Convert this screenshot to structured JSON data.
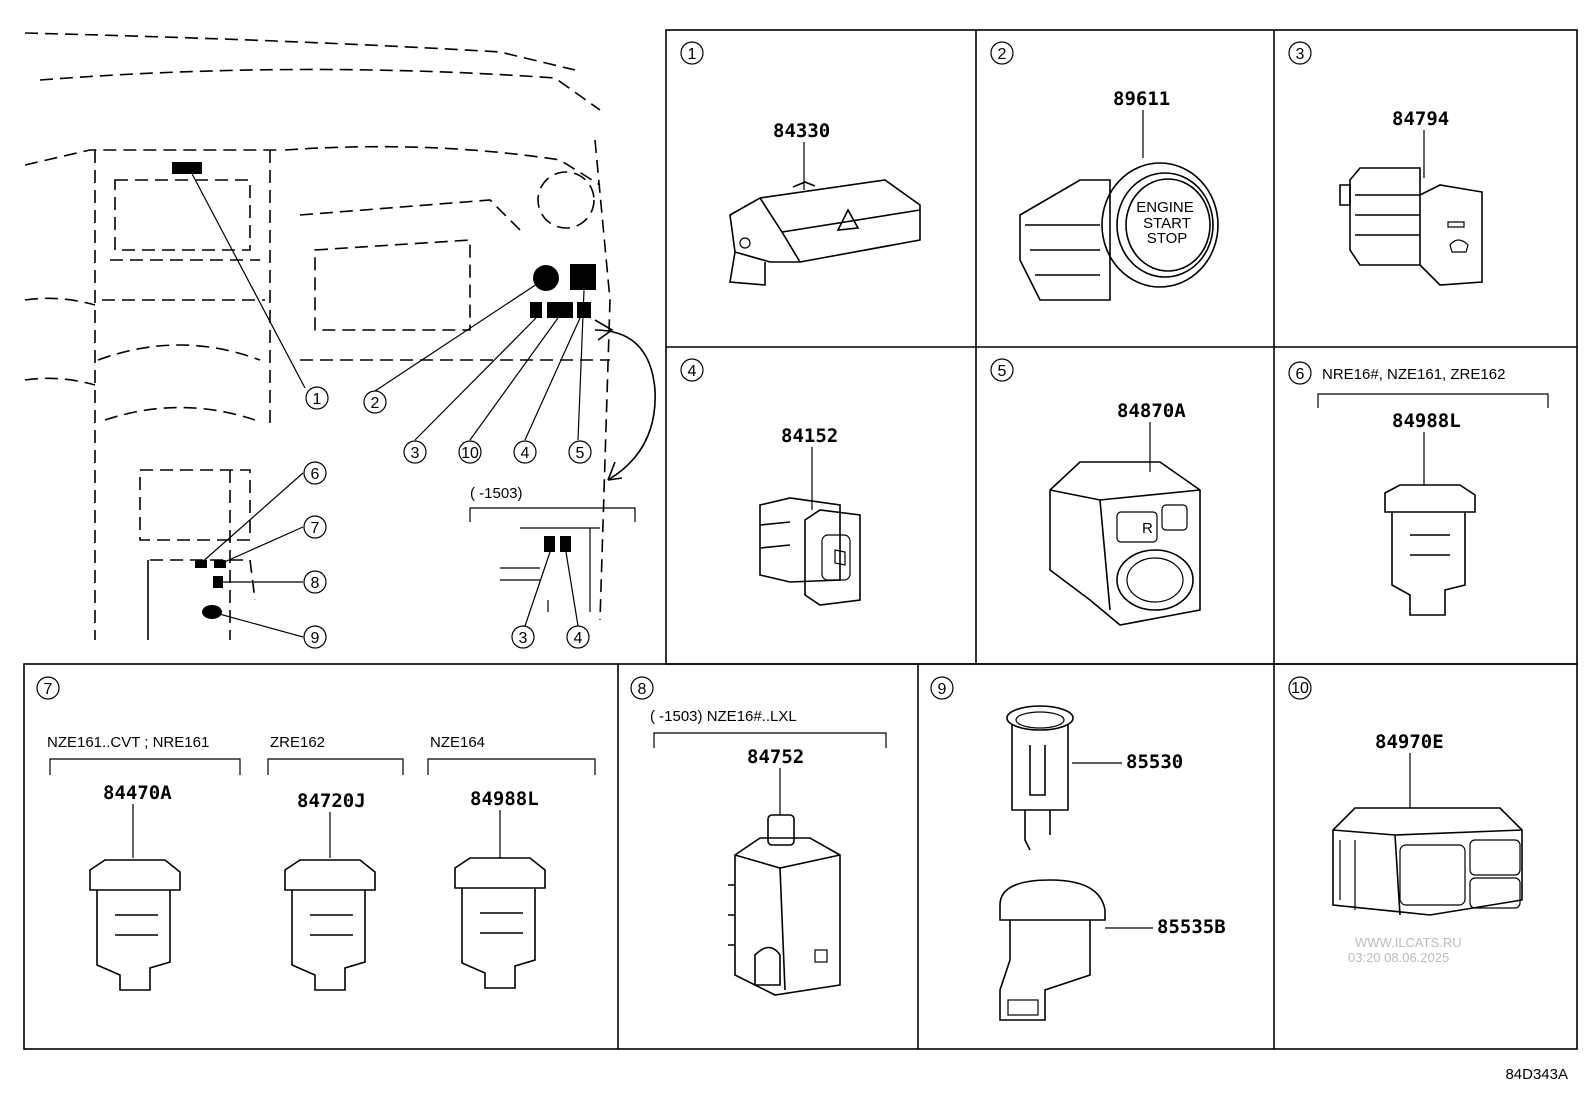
{
  "callouts": [
    "1",
    "2",
    "3",
    "4",
    "5",
    "6",
    "7",
    "8",
    "9",
    "10"
  ],
  "overview": {
    "inset_caption": "(      -1503)",
    "inset_callouts": [
      "3",
      "4"
    ]
  },
  "panels": [
    {
      "index": "1",
      "parts": [
        "84330"
      ]
    },
    {
      "index": "2",
      "parts": [
        "89611"
      ],
      "labels": [
        "ENGINE",
        "START",
        "STOP"
      ]
    },
    {
      "index": "3",
      "parts": [
        "84794"
      ]
    },
    {
      "index": "4",
      "parts": [
        "84152"
      ]
    },
    {
      "index": "5",
      "parts": [
        "84870A"
      ]
    },
    {
      "index": "6",
      "parts": [
        "84988L"
      ],
      "condition": "NRE16#, NZE161, ZRE162"
    },
    {
      "index": "7",
      "parts": [
        "84470A",
        "84720J",
        "84988L"
      ],
      "conditions": [
        "NZE161..CVT ; NRE161",
        "ZRE162",
        "NZE164"
      ]
    },
    {
      "index": "8",
      "parts": [
        "84752"
      ],
      "condition": "(      -1503) NZE16#..LXL"
    },
    {
      "index": "9",
      "parts": [
        "85530",
        "85535B"
      ]
    },
    {
      "index": "10",
      "parts": [
        "84970E"
      ]
    }
  ],
  "watermark": {
    "line1": "WWW.ILCATS.RU",
    "line2": "03:20 08.06.2025"
  },
  "diagram_code": "84D343A"
}
